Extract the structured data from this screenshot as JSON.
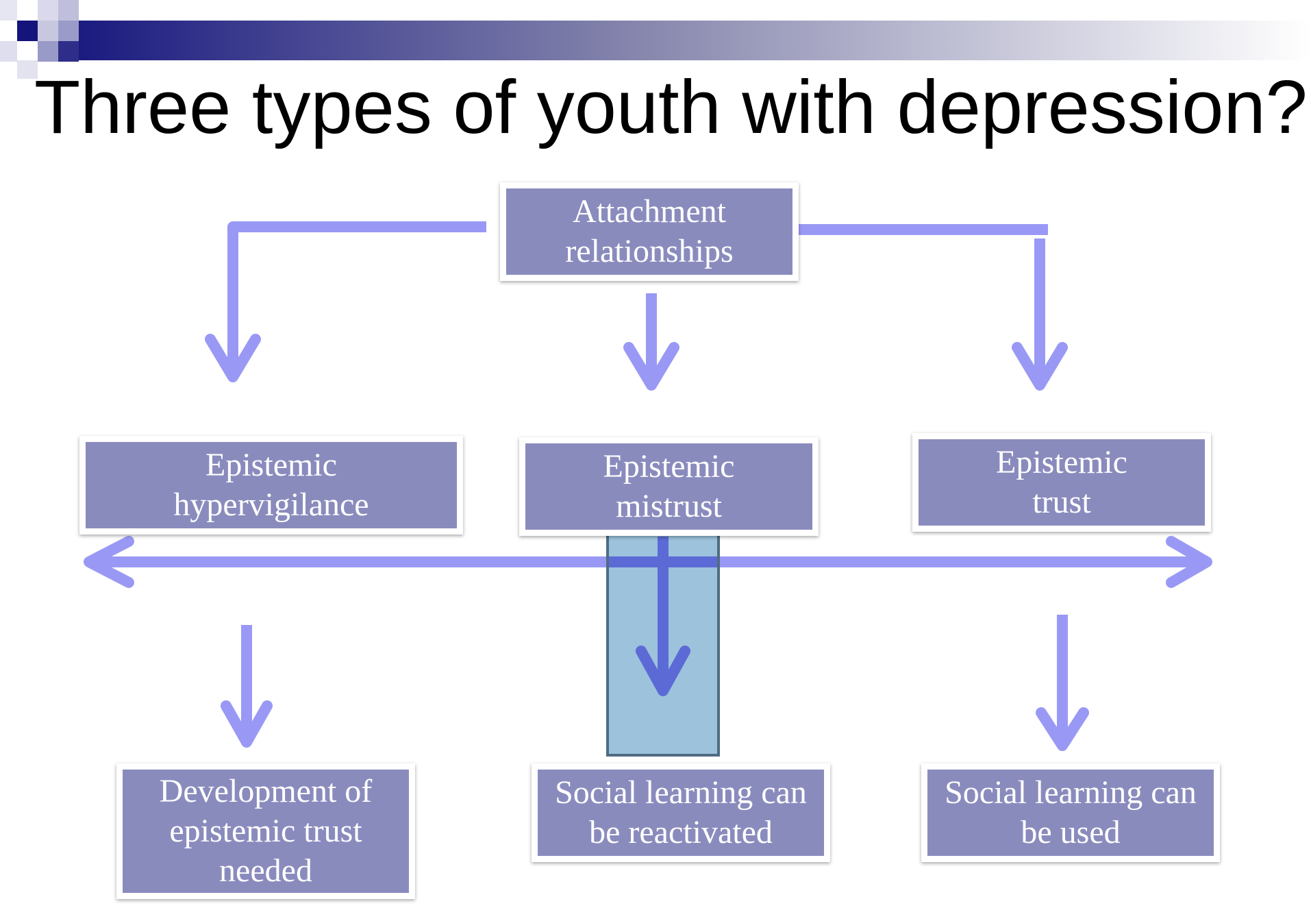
{
  "title": "Three types of youth with depression?",
  "colors": {
    "box_fill": "#8a8bbd",
    "arrow": "#9999f5",
    "highlight_fill": "#94bdd9",
    "highlight_border": "#4f6c82",
    "highlight_arrow": "#5c6ad6",
    "header_dark": "#1a1a80"
  },
  "nodes": {
    "attachment": {
      "line1": "Attachment",
      "line2": "relationships"
    },
    "hypervigilance": {
      "line1": "Epistemic",
      "line2": "hypervigilance"
    },
    "mistrust": {
      "line1": "Epistemic",
      "line2": "mistrust"
    },
    "trust": {
      "line1": "Epistemic",
      "line2": "trust"
    },
    "development": {
      "line1": "Development  of",
      "line2": "epistemic trust",
      "line3": "needed"
    },
    "reactivated": {
      "line1": "Social learning can",
      "line2": "be reactivated"
    },
    "used": {
      "line1": "Social learning can",
      "line2": "be used"
    }
  }
}
